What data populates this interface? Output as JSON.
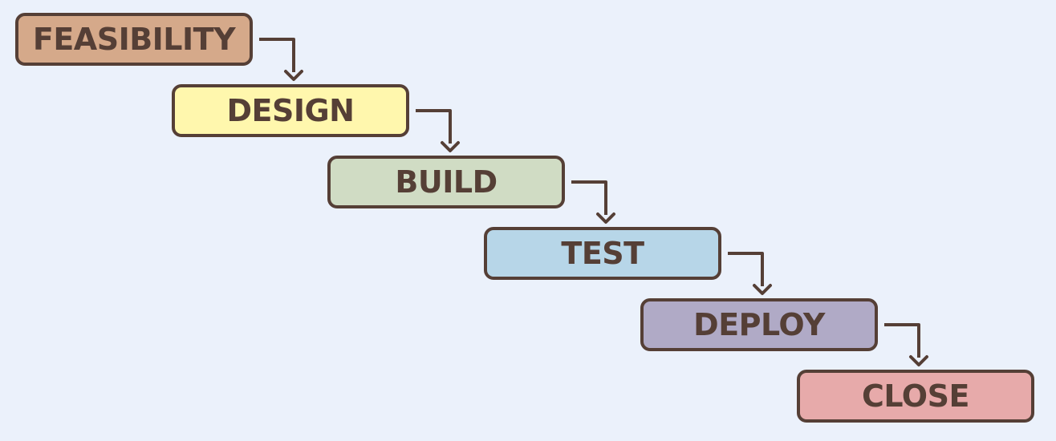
{
  "steps": [
    {
      "label": "FEASIBILITY",
      "color": "#d5a98a"
    },
    {
      "label": "DESIGN",
      "color": "#fff7ad"
    },
    {
      "label": "BUILD",
      "color": "#d0dcc4"
    },
    {
      "label": "TEST",
      "color": "#b7d6e8"
    },
    {
      "label": "DEPLOY",
      "color": "#b0aac6"
    },
    {
      "label": "CLOSE",
      "color": "#e7aaaa"
    }
  ],
  "colors": {
    "background": "#ebf1fb",
    "outline": "#553f36"
  }
}
